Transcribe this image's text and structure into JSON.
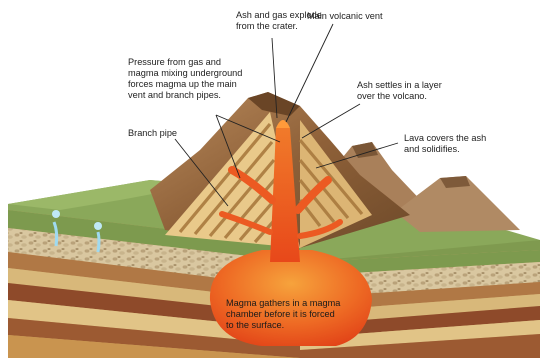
{
  "labels": {
    "ash_gas": "Ash and gas explode\nfrom the crater.",
    "main_vent": "Main volcanic vent",
    "pressure": "Pressure from gas and\nmagma mixing underground\nforces magma up the main\nvent and branch pipes.",
    "ash_settles": "Ash settles in a layer\nover the volcano.",
    "branch_pipe": "Branch pipe",
    "lava_covers": "Lava covers the ash\nand solidifies.",
    "magma_chamber": "Magma gathers in a magma\nchamber before it is forced\nto the surface."
  },
  "colors": {
    "magma": "#e8521e",
    "magma_light": "#f6a23a",
    "grass": "#7a9b4a",
    "rock": "#9a6b3e",
    "ash_layer": "#e6c37a",
    "water": "#8fd0e8"
  }
}
